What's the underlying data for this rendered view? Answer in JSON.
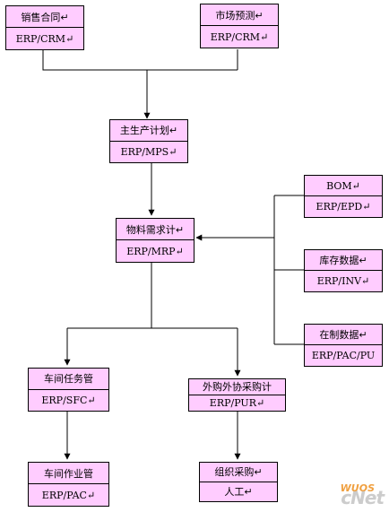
{
  "nodes": {
    "sales_contract": {
      "title": "销售合同↵",
      "system": "ERP/CRM↵"
    },
    "market_forecast": {
      "title": "市场预测↵",
      "system": "ERP/CRM↵"
    },
    "mps": {
      "title": "主生产计划↵",
      "system": "ERP/MPS↵"
    },
    "mrp": {
      "title": "物料需求计↵",
      "system": "ERP/MRP↵"
    },
    "bom": {
      "title": "BOM↵",
      "system": "ERP/EPD↵"
    },
    "inventory": {
      "title": "库存数据↵",
      "system": "ERP/INV↵"
    },
    "wip": {
      "title": "在制数据↵",
      "system": "ERP/PAC/PU"
    },
    "shop_task": {
      "title": "车间任务管",
      "system": "ERP/SFC↵"
    },
    "purchase_plan": {
      "title": "外购外协采购计",
      "system": "ERP/PUR↵"
    },
    "shop_operation": {
      "title": "车间作业管",
      "system": "ERP/PAC↵"
    },
    "org_purchase": {
      "title": "组织采购↵",
      "system": "人工↵"
    }
  },
  "watermark": {
    "brand": "cNet",
    "sub": "WUOS"
  }
}
